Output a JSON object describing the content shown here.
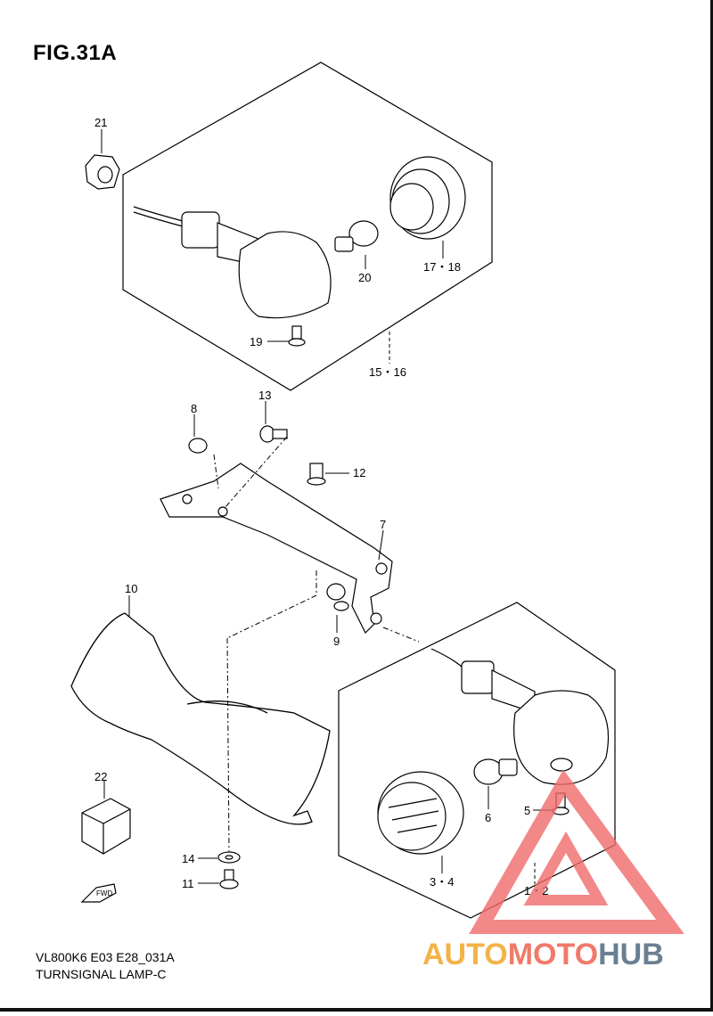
{
  "figure": {
    "title": "FIG.31A",
    "code": "VL800K6 E03 E28_031A",
    "name": "TURNSIGNAL LAMP-C"
  },
  "callouts": [
    {
      "id": "c21",
      "label": "21"
    },
    {
      "id": "c20",
      "label": "20"
    },
    {
      "id": "c17",
      "label": "17・18"
    },
    {
      "id": "c19",
      "label": "19"
    },
    {
      "id": "c15",
      "label": "15・16"
    },
    {
      "id": "c13",
      "label": "13"
    },
    {
      "id": "c8",
      "label": "8"
    },
    {
      "id": "c12",
      "label": "12"
    },
    {
      "id": "c7",
      "label": "7"
    },
    {
      "id": "c10",
      "label": "10"
    },
    {
      "id": "c9",
      "label": "9"
    },
    {
      "id": "c22",
      "label": "22"
    },
    {
      "id": "c6",
      "label": "6"
    },
    {
      "id": "c5",
      "label": "5"
    },
    {
      "id": "c14",
      "label": "14"
    },
    {
      "id": "c11",
      "label": "11"
    },
    {
      "id": "c3",
      "label": "3・4"
    },
    {
      "id": "c1",
      "label": "1・2"
    }
  ],
  "fwd_label": "FWD",
  "watermark": {
    "part1": "AUTO",
    "part2": "MOTO",
    "part3": "HUB",
    "colors": {
      "accent1": "#f3b347",
      "accent2": "#f07a6a",
      "accent3": "#6b7f93",
      "triangle": "#f06b6b"
    }
  }
}
